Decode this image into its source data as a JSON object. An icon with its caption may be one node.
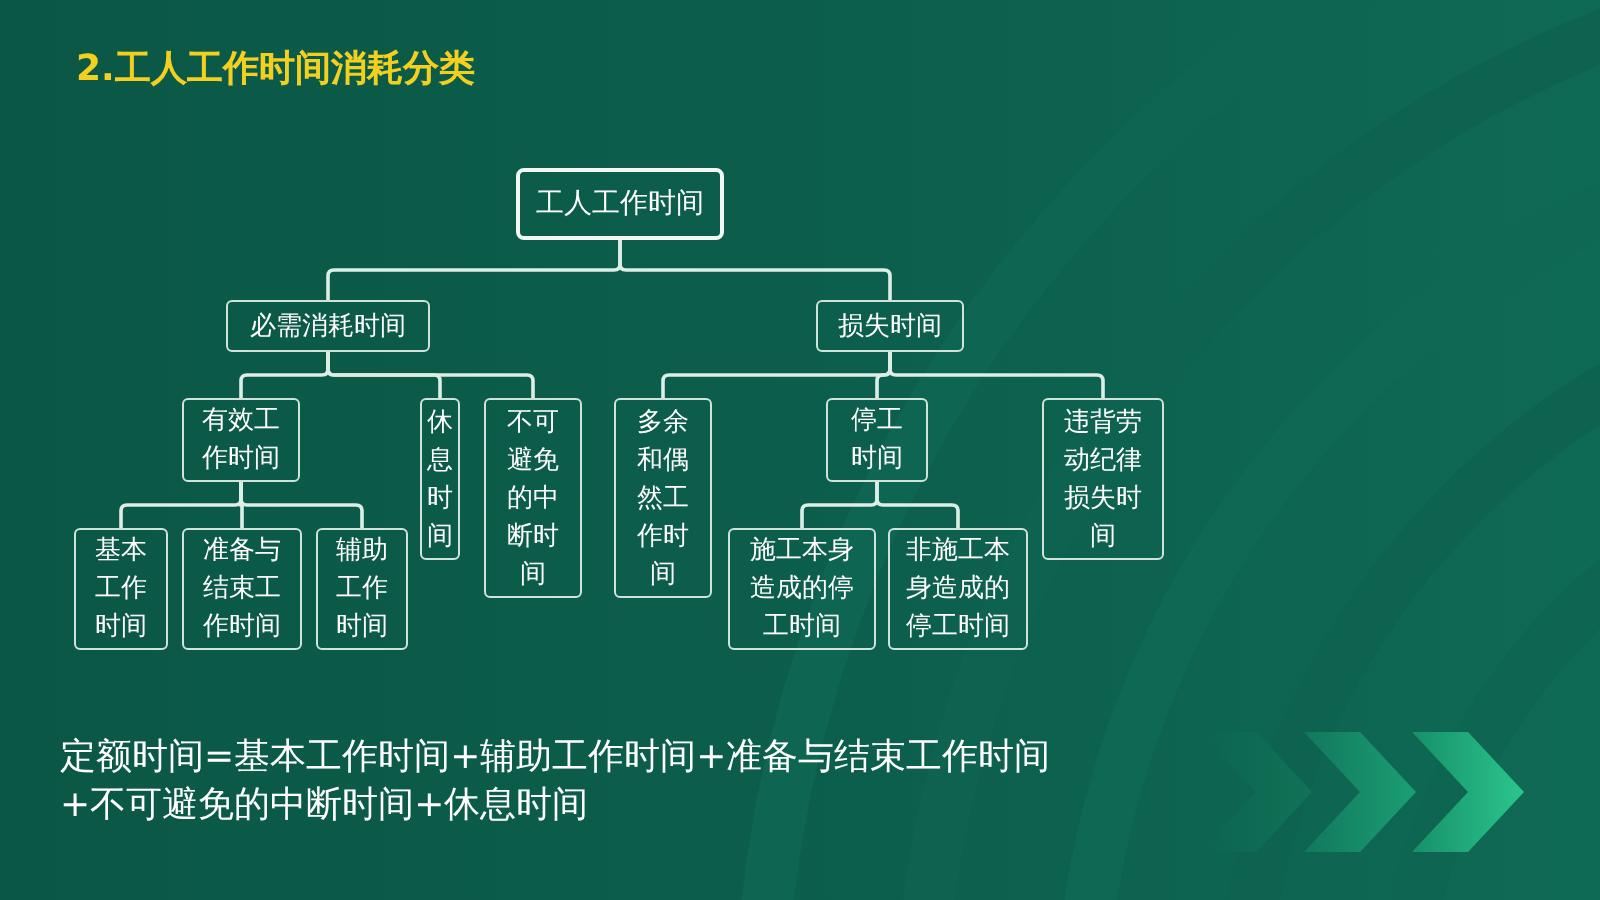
{
  "diagram": {
    "title": "2.工人工作时间消耗分类",
    "nodes": [
      {
        "text": [
          "工人工作时间"
        ]
      },
      {
        "text": [
          "必需消耗时间"
        ]
      },
      {
        "text": [
          "损失时间"
        ]
      },
      {
        "text": [
          "有效工作时间"
        ]
      },
      {
        "text": [
          "休息时间"
        ]
      },
      {
        "text": [
          "不可避免的中断时间"
        ]
      },
      {
        "text": [
          "多余和偶然工作时间"
        ]
      },
      {
        "text": [
          "停工时间"
        ]
      },
      {
        "text": [
          "违背劳动纪律损失时间"
        ]
      },
      {
        "text": [
          "基本工作时间"
        ]
      },
      {
        "text": [
          "准备与结束工作时间"
        ]
      },
      {
        "text": [
          "辅助工作时间"
        ]
      },
      {
        "text": [
          "施工本身造成的停工时间"
        ]
      },
      {
        "text": [
          "非施工本身造成的停工时间"
        ]
      }
    ],
    "edges": [
      {
        "from": 0,
        "to": 1,
        "arrow": "none"
      },
      {
        "from": 0,
        "to": 2,
        "arrow": "none"
      },
      {
        "from": 1,
        "to": 3,
        "arrow": "none"
      },
      {
        "from": 1,
        "to": 4,
        "arrow": "none"
      },
      {
        "from": 1,
        "to": 5,
        "arrow": "none"
      },
      {
        "from": 2,
        "to": 6,
        "arrow": "none"
      },
      {
        "from": 2,
        "to": 7,
        "arrow": "none"
      },
      {
        "from": 2,
        "to": 8,
        "arrow": "none"
      },
      {
        "from": 3,
        "to": 9,
        "arrow": "none"
      },
      {
        "from": 3,
        "to": 10,
        "arrow": "none"
      },
      {
        "from": 3,
        "to": 11,
        "arrow": "none"
      },
      {
        "from": 7,
        "to": 12,
        "arrow": "none"
      },
      {
        "from": 7,
        "to": 13,
        "arrow": "none"
      }
    ],
    "labels": [
      "定额时间=基本工作时间+辅助工作时间+准备与结束工作时间+不可避免的中断时间+休息时间"
    ]
  }
}
